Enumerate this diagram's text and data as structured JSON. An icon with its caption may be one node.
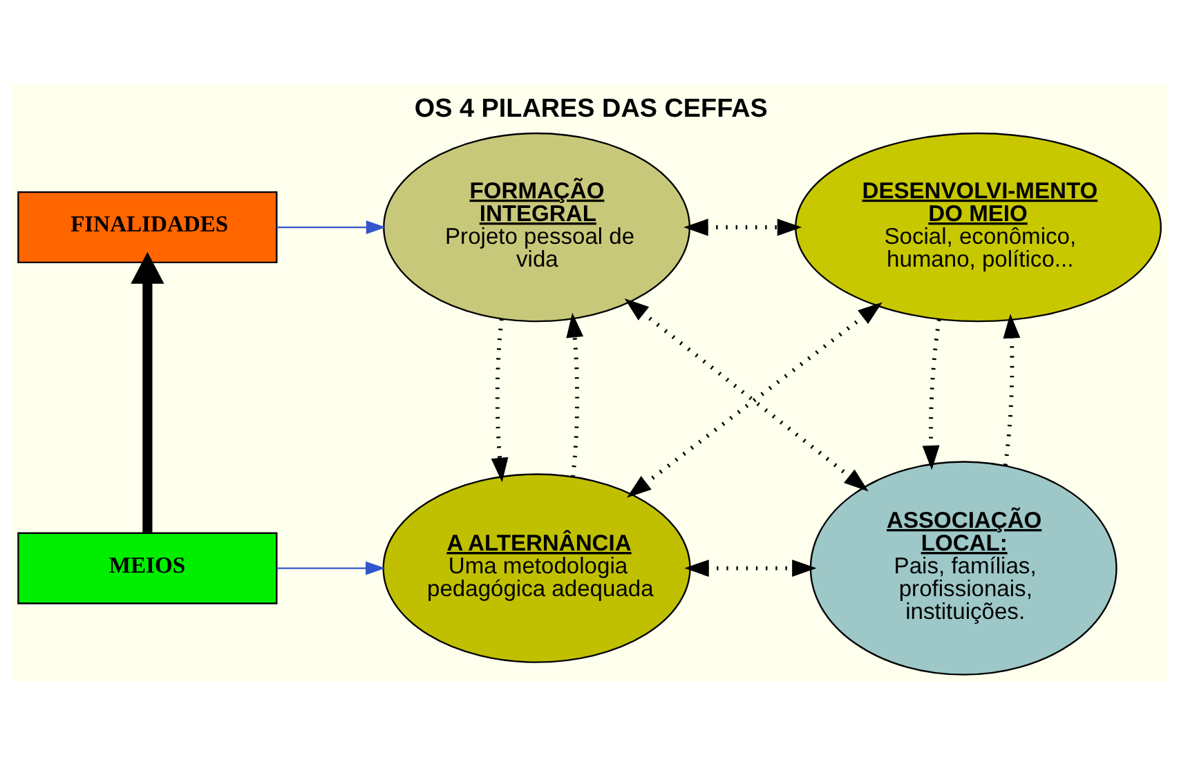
{
  "diagram": {
    "title": "OS 4 PILARES DAS CEFFAS",
    "nodes": [
      {
        "text": [
          "FINALIDADES"
        ]
      },
      {
        "text": [
          "FORMAÇÃO INTEGRAL",
          "Projeto pessoal de vida"
        ]
      },
      {
        "text": [
          "DESENVOLVI-MENTO DO MEIO",
          "Social, econômico, humano, político..."
        ]
      },
      {
        "text": [
          "MEIOS"
        ]
      },
      {
        "text": [
          "A ALTERNÂNCIA",
          "Uma metodologia pedagógica adequada"
        ]
      },
      {
        "text": [
          "ASSOCIAÇÃO LOCAL:",
          "Pais, famílias, profissionais, instituições."
        ]
      }
    ],
    "edges": [
      {
        "from": 0,
        "to": 1,
        "arrow": "to",
        "color": "#3355cc"
      },
      {
        "from": 3,
        "to": 0,
        "arrow": "to",
        "style": "thick"
      },
      {
        "from": 3,
        "to": 4,
        "arrow": "to",
        "color": "#3355cc"
      },
      {
        "from": 1,
        "to": 2,
        "arrow": "both",
        "style": "dashed"
      },
      {
        "from": 1,
        "to": 4,
        "arrow": "to",
        "style": "dashed"
      },
      {
        "from": 4,
        "to": 1,
        "arrow": "to",
        "style": "dashed"
      },
      {
        "from": 2,
        "to": 5,
        "arrow": "to",
        "style": "dashed"
      },
      {
        "from": 5,
        "to": 2,
        "arrow": "to",
        "style": "dashed"
      },
      {
        "from": 4,
        "to": 2,
        "arrow": "both",
        "style": "dashed"
      },
      {
        "from": 1,
        "to": 5,
        "arrow": "both",
        "style": "dashed"
      },
      {
        "from": 4,
        "to": 5,
        "arrow": "both",
        "style": "dashed"
      }
    ]
  }
}
